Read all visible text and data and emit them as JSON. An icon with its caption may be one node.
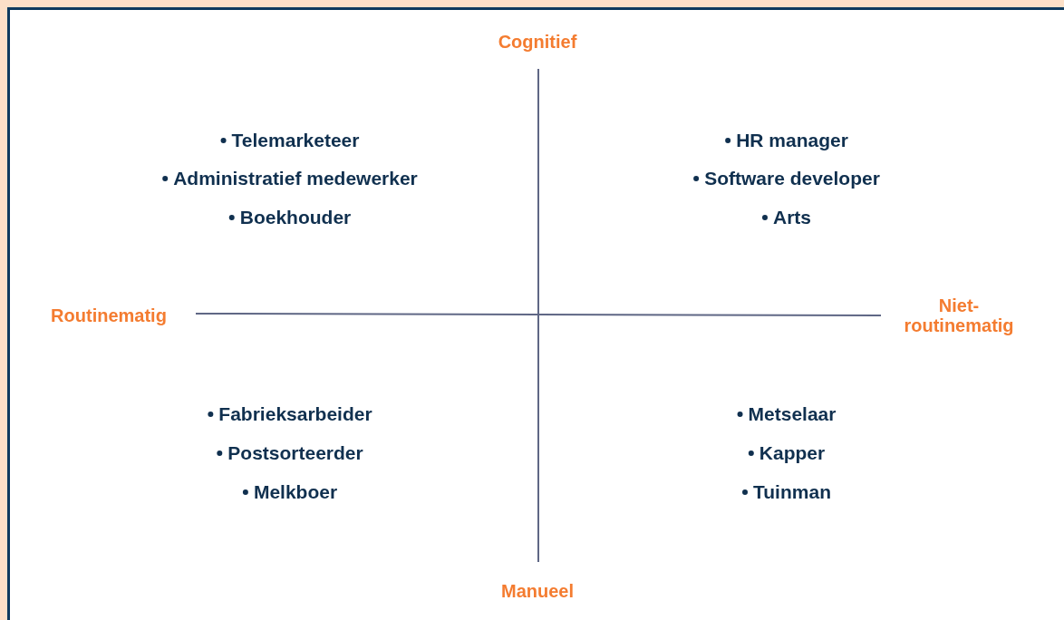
{
  "diagram": {
    "labels": [
      "Cognitief",
      "Telemarketeer",
      "HR manager",
      "Administratief medewerker",
      "Software developer",
      "Boekhouder",
      "Arts",
      "Routinematig",
      "Niet-routinematig",
      "Fabrieksarbeider",
      "Metselaar",
      "Postsorteerder",
      "Kapper",
      "Melkboer",
      "Tuinman",
      "Manueel"
    ]
  }
}
